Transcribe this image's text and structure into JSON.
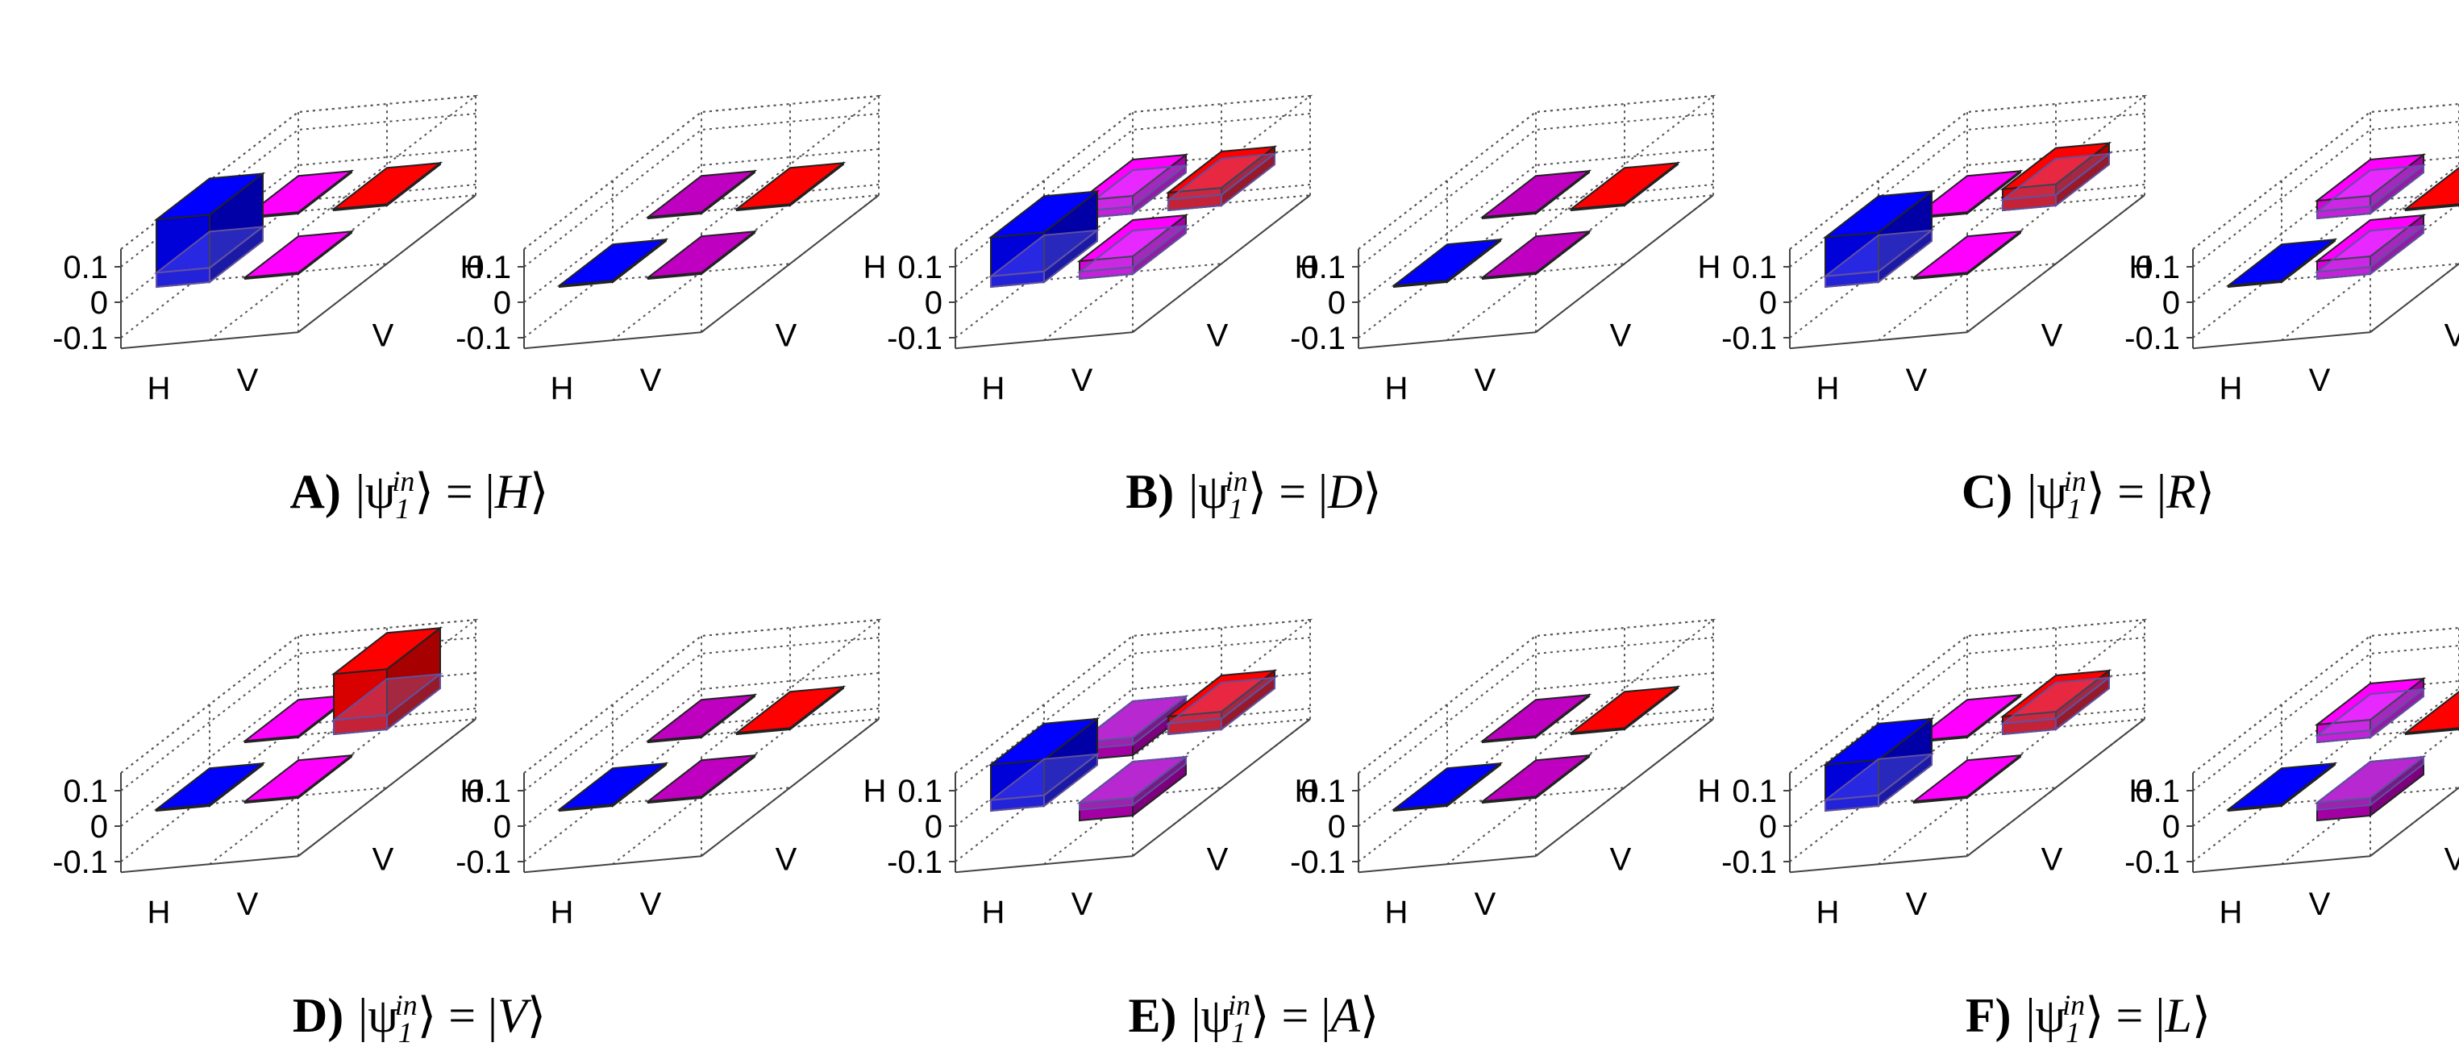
{
  "figure": {
    "panels": [
      {
        "letter": "A)",
        "state": "H"
      },
      {
        "letter": "B)",
        "state": "D"
      },
      {
        "letter": "C)",
        "state": "R"
      },
      {
        "letter": "D)",
        "state": "V"
      },
      {
        "letter": "E)",
        "state": "A"
      },
      {
        "letter": "F)",
        "state": "L"
      }
    ],
    "caption_prefix": "|ψ",
    "caption_sub": "1",
    "caption_sup": "in",
    "caption_mid": "⟩ = |",
    "caption_end": "⟩"
  },
  "colors": {
    "HH": "#0000ff",
    "HV": "#ff00ff",
    "VH": "#ff00ff",
    "VV": "#ff0000",
    "HV_neg": "#c000c0",
    "ideal_edge": "#6050a0",
    "grid": "#555555"
  },
  "chart_data": [
    {
      "type": "bar3d",
      "panel": "A",
      "zticks": [
        "0.1",
        "0",
        "-0.1"
      ],
      "zlim": [
        -0.13,
        0.13
      ],
      "xticks": [
        "H",
        "V"
      ],
      "yticks": [
        "H",
        "V"
      ],
      "charts": [
        {
          "part": "real",
          "values": {
            "HH": 0.19,
            "HV": 0.004,
            "VH": 0.004,
            "VV": 0.004
          },
          "ideal": {
            "HH": 0.04
          }
        },
        {
          "part": "imag",
          "values": {
            "HH": 0.002,
            "HV": 0.002,
            "VH": 0.002,
            "VV": 0.002
          },
          "ideal": {}
        }
      ]
    },
    {
      "type": "bar3d",
      "panel": "B",
      "zticks": [
        "0.1",
        "0",
        "-0.1"
      ],
      "zlim": [
        -0.13,
        0.13
      ],
      "xticks": [
        "H",
        "V"
      ],
      "yticks": [
        "H",
        "V"
      ],
      "charts": [
        {
          "part": "real",
          "values": {
            "HH": 0.14,
            "HV": 0.05,
            "VH": 0.05,
            "VV": 0.05
          },
          "ideal": {
            "HH": 0.03,
            "HV": 0.02,
            "VH": 0.02,
            "VV": 0.03
          }
        },
        {
          "part": "imag",
          "values": {
            "HH": 0.002,
            "HV": 0.002,
            "VH": 0.002,
            "VV": 0.002
          },
          "ideal": {}
        }
      ]
    },
    {
      "type": "bar3d",
      "panel": "C",
      "zticks": [
        "0.1",
        "0",
        "-0.1"
      ],
      "zlim": [
        -0.13,
        0.13
      ],
      "xticks": [
        "H",
        "V"
      ],
      "yticks": [
        "H",
        "V"
      ],
      "charts": [
        {
          "part": "real",
          "values": {
            "HH": 0.14,
            "HV": 0.004,
            "VH": 0.004,
            "VV": 0.06
          },
          "ideal": {
            "HH": 0.03,
            "VV": 0.03
          }
        },
        {
          "part": "imag",
          "values": {
            "HH": 0.002,
            "HV": 0.05,
            "VH": 0.05,
            "VV": 0.002
          },
          "ideal": {
            "HV": 0.02,
            "VH": 0.02
          }
        }
      ]
    },
    {
      "type": "bar3d",
      "panel": "D",
      "zticks": [
        "0.1",
        "0",
        "-0.1"
      ],
      "zlim": [
        -0.13,
        0.13
      ],
      "xticks": [
        "H",
        "V"
      ],
      "yticks": [
        "H",
        "V"
      ],
      "charts": [
        {
          "part": "real",
          "values": {
            "HH": 0.004,
            "HV": 0.004,
            "VH": 0.004,
            "VV": 0.17
          },
          "ideal": {
            "VV": 0.04
          }
        },
        {
          "part": "imag",
          "values": {
            "HH": 0.002,
            "HV": 0.002,
            "VH": 0.002,
            "VV": 0.002
          },
          "ideal": {}
        }
      ]
    },
    {
      "type": "bar3d",
      "panel": "E",
      "zticks": [
        "0.1",
        "0",
        "-0.1"
      ],
      "zlim": [
        -0.13,
        0.13
      ],
      "xticks": [
        "H",
        "V"
      ],
      "yticks": [
        "H",
        "V"
      ],
      "charts": [
        {
          "part": "real",
          "values": {
            "HH": 0.13,
            "HV": -0.05,
            "VH": -0.05,
            "VV": 0.05
          },
          "ideal": {
            "HH": 0.03,
            "HV": -0.02,
            "VH": -0.02,
            "VV": 0.03
          }
        },
        {
          "part": "imag",
          "values": {
            "HH": 0.002,
            "HV": 0.002,
            "VH": 0.002,
            "VV": 0.002
          },
          "ideal": {}
        }
      ]
    },
    {
      "type": "bar3d",
      "panel": "F",
      "zticks": [
        "0.1",
        "0",
        "-0.1"
      ],
      "zlim": [
        -0.13,
        0.13
      ],
      "xticks": [
        "H",
        "V"
      ],
      "yticks": [
        "H",
        "V"
      ],
      "charts": [
        {
          "part": "real",
          "values": {
            "HH": 0.13,
            "HV": 0.004,
            "VH": 0.004,
            "VV": 0.05
          },
          "ideal": {
            "HH": 0.03,
            "VV": 0.03
          }
        },
        {
          "part": "imag",
          "values": {
            "HH": 0.002,
            "HV": 0.05,
            "VH": -0.05,
            "VV": 0.002
          },
          "ideal": {
            "HV": 0.02,
            "VH": -0.02
          }
        }
      ]
    }
  ]
}
